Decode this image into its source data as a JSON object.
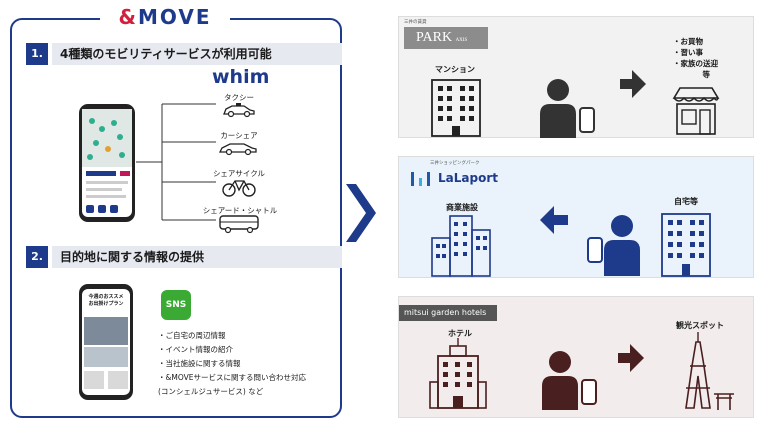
{
  "logo": {
    "amp": "&",
    "text": "MOVE"
  },
  "section1": {
    "num": "1.",
    "title": "4種類のモビリティサービスが利用可能"
  },
  "section2": {
    "num": "2.",
    "title": "目的地に関する情報の提供"
  },
  "whim_logo": "whim",
  "services": [
    {
      "label": "タクシー"
    },
    {
      "label": "カーシェア"
    },
    {
      "label": "シェアサイクル"
    },
    {
      "label": "シェアード・シャトル"
    }
  ],
  "sns_badge": "SNS",
  "phone2_text": [
    "今週のおススメ",
    "お出掛けプラン"
  ],
  "info_items": [
    "・ご自宅の周辺情報",
    "・イベント情報の紹介",
    "・当社施設に関する情報",
    "・&MOVEサービスに関する問い合わせ対応",
    "(コンシェルジュサービス) など"
  ],
  "panel1": {
    "brand_tiny": "三井の賃貸",
    "brand": "PARK",
    "brand_sub": "AXIS",
    "building_label": "マンション",
    "dest_lines": [
      "・お買物",
      "・習い事",
      "・家族の送迎",
      "等"
    ]
  },
  "panel2": {
    "brand_tiny": "三井ショッピングパーク",
    "brand": "LaLaport",
    "building_label": "商業施設",
    "home_label": "自宅等"
  },
  "panel3": {
    "brand": "mitsui garden hotels",
    "building_label": "ホテル",
    "dest_label": "観光スポット"
  },
  "colors": {
    "navy": "#1e3a8a",
    "accent_red": "#d21f3c",
    "panel1_bg": "#f2f2f2",
    "panel2_bg": "#eaf3fb",
    "panel3_bg": "#f3ecec",
    "sns_green": "#3aaa35"
  }
}
